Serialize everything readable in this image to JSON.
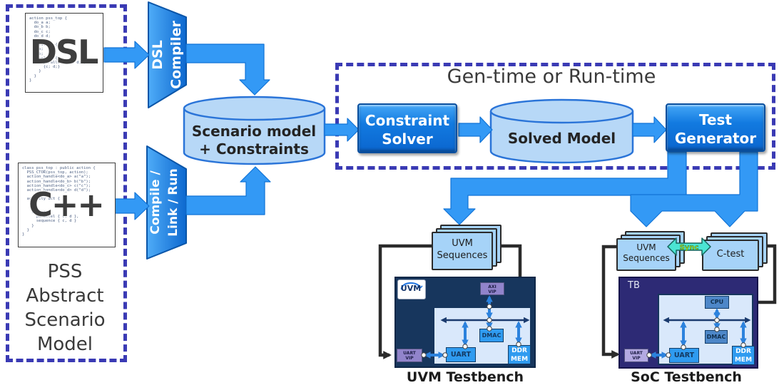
{
  "pss_box": {
    "lines": [
      "PSS",
      "Abstract",
      "Scenario",
      "Model"
    ]
  },
  "gen_box": {
    "title": "Gen-time or Run-time"
  },
  "dsl_card": {
    "overlay": "DSL",
    "code": "action pss_top {\n  do_a a;\n  do_b b;\n  do_c c;\n  do_d d;\n\n  activity {\n    a;\n    b;\n    select {\n      parallel { c; d; }\n      {c; d;}\n    }\n  }\n}"
  },
  "cpp_card": {
    "overlay": "C++",
    "code": "class pss_top : public action {\n  PSS_CTOR(pss_top, action);\n  action_handle<do_a> a(\"a\");\n  action_handle<do_b> b(\"b\");\n  action_handle<do_c> c(\"c\");\n  action_handle<do_d> d(\"d\");\n\n  activity act {\n    a;\n    b;\n    select {\n      parallel { c, d },\n      sequence { c, d }\n    }\n  }\n}"
  },
  "funnel_dsl": {
    "line1": "DSL",
    "line2": "Compiler"
  },
  "funnel_cpp": {
    "line1": "Compile /",
    "line2": "Link / Run"
  },
  "scenario": {
    "line1": "Scenario model",
    "line2": "+ Constraints"
  },
  "solver": {
    "line1": "Constraint",
    "line2": "Solver"
  },
  "solved": {
    "label": "Solved Model"
  },
  "testgen": {
    "line1": "Test",
    "line2": "Generator"
  },
  "stack_left": {
    "line1": "UVM",
    "line2": "Sequences"
  },
  "stack_right": {
    "line1": "UVM",
    "line2": "Sequences"
  },
  "stack_ctest": {
    "label": "C-test"
  },
  "sync": {
    "label": "Sync"
  },
  "uvm_tb": {
    "logo": "UVM",
    "axi_vip_line1": "AXI",
    "axi_vip_line2": "VIP",
    "uart_vip_line1": "UART",
    "uart_vip_line2": "VIP",
    "dmac": "DMAC",
    "uart": "UART",
    "ddr_line1": "DDR",
    "ddr_line2": "MEM",
    "caption": "UVM Testbench"
  },
  "soc_tb": {
    "tb_label": "TB",
    "cpu": "CPU",
    "uart_vip_line1": "UART",
    "uart_vip_line2": "VIP",
    "dmac": "DMAC",
    "uart": "UART",
    "ddr_line1": "DDR",
    "ddr_line2": "MEM",
    "caption": "SoC Testbench"
  },
  "colors": {
    "arrow_blue": "#3399f5",
    "node_blue": "#1580e8",
    "cyan_sync": "#4be4d3",
    "dashed_indigo": "#3a3ab4",
    "cylinder_fill": "#b7d8f7",
    "page_fill": "#a6d3f8",
    "uvm_tb_bg": "#17365d",
    "soc_tb_bg": "#2d2a75",
    "vip_purple": "#9184cb"
  }
}
